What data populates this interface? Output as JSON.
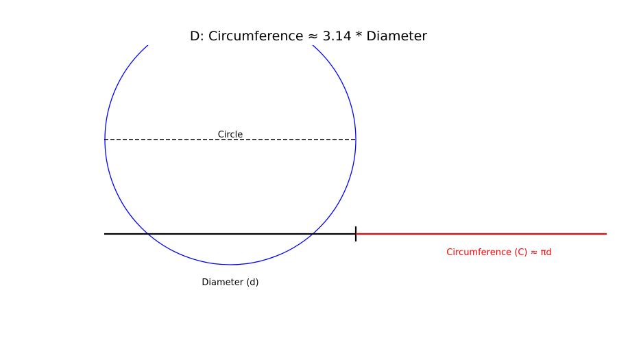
{
  "title": "D: Circumference ≈ 3.14 * Diameter",
  "labels": {
    "circle": "Circle",
    "diameter": "Diameter (d)",
    "circumference": "Circumference (C) ≈ πd"
  },
  "colors": {
    "circle_stroke": "#0000ff",
    "diameter_line": "#000000",
    "circumference_line": "#ff0000",
    "circumference_label": "#ff0000",
    "text": "#000000",
    "background": "#ffffff"
  }
}
